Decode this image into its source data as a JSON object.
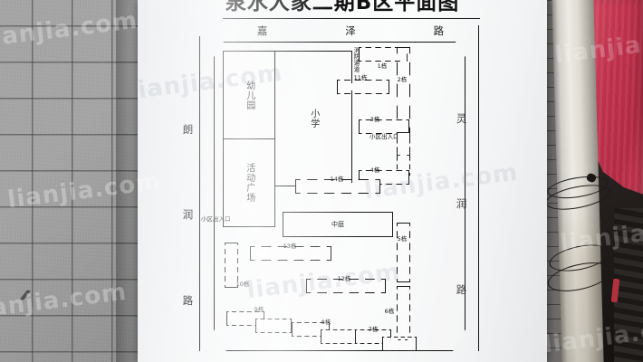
{
  "photo": {
    "scene": "outdoor community map sign board mounted on tiled wall",
    "watermark_text": "lianjia.com"
  },
  "board": {
    "title": "泉水人家二期B区平面图",
    "roads": {
      "top": [
        "嘉",
        "泽",
        "路"
      ],
      "left": [
        "朗",
        "润",
        "路"
      ],
      "right": [
        "灵",
        "润",
        "路"
      ]
    },
    "facilities": [
      {
        "name": "幼儿园",
        "key": "kindergarten"
      },
      {
        "name": "活动广场",
        "key": "activity-plaza"
      },
      {
        "name": "小学",
        "key": "primary-school"
      },
      {
        "name": "中庭",
        "key": "atrium"
      }
    ],
    "notes": [
      {
        "text": "消防通道",
        "key": "fire-lane"
      },
      {
        "text": "小区出入口",
        "key": "entrance-right"
      },
      {
        "text": "小区出入口",
        "key": "entrance-left"
      }
    ],
    "buildings": [
      {
        "label": "1栋"
      },
      {
        "label": "2栋"
      },
      {
        "label": "3栋"
      },
      {
        "label": "4栋"
      },
      {
        "label": "5栋"
      },
      {
        "label": "6栋"
      },
      {
        "label": "7栋"
      },
      {
        "label": "8栋"
      },
      {
        "label": "9栋"
      },
      {
        "label": "10栋"
      },
      {
        "label": "11栋"
      },
      {
        "label": "12栋"
      },
      {
        "label": "13栋"
      },
      {
        "label": "14栋"
      }
    ]
  },
  "colors": {
    "board_paper": "#f7f8f9",
    "ink": "#141414",
    "wall_tile": "#9a9a9a",
    "banner_red": "#c4344f",
    "pole_concrete": "#ded9cf"
  }
}
